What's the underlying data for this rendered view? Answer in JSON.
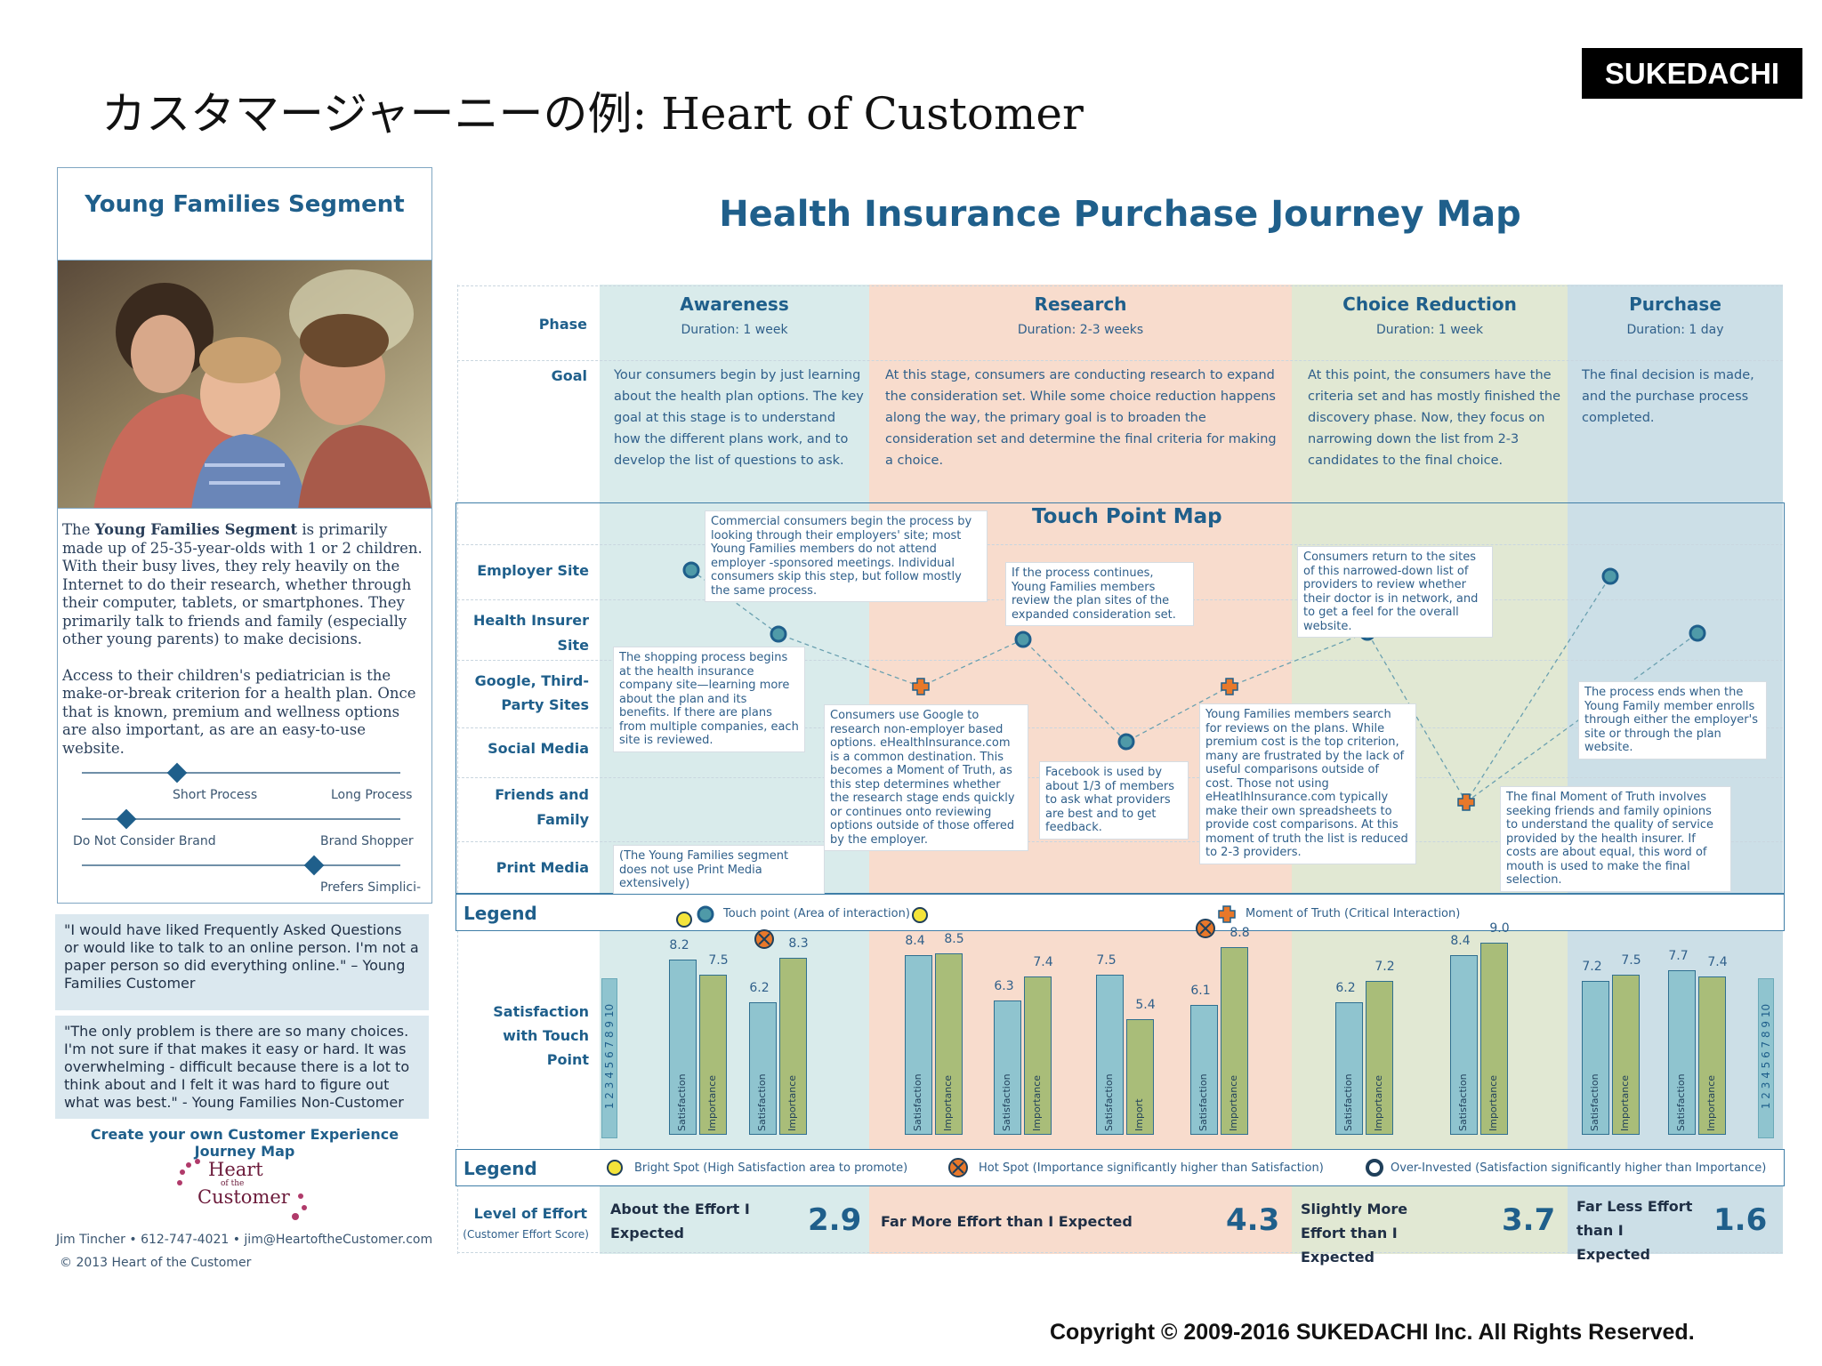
{
  "page_title": "カスタマージャーニーの例:  Heart of Customer",
  "brand": "SUKEDACHI",
  "copyright": "Copyright © 2009-2016 SUKEDACHI Inc. All Rights Reserved.",
  "colors": {
    "awareness": "#d9ebeb",
    "research": "#f8dccd",
    "choice": "#e1e8d3",
    "purchase": "#ccdfe7",
    "accent": "#1f5f8b"
  },
  "segment": {
    "title": "Young Families Segment",
    "desc_lead": "The ",
    "desc_bold": "Young Families Segment",
    "desc_rest": " is primarily made up of 25-35-year-olds with 1 or 2 children. With their busy lives, they rely heavily on the Internet to do their research, whether through their computer, tablets, or smartphones.  They primarily talk to friends and family (especially other young parents) to make decisions.",
    "desc2": "Access to their children's pediatrician is the make-or-break criterion for a health plan.  Once that is known, premium and wellness options are also important, as are an easy-to-use website.",
    "sliders": [
      {
        "left": "Short Process",
        "right": "Long Process",
        "value": 0.3
      },
      {
        "left": "Do Not Consider Brand",
        "right": "Brand Shopper",
        "value": 0.14
      },
      {
        "left": "",
        "right": "Prefers Simplici-",
        "value": 0.73
      }
    ],
    "quote1": "\"I would have liked Frequently Asked Questions or would like to talk to an online person.  I'm not a paper person so did everything online.\" – Young Families Customer",
    "quote2": "\"The only problem is there are so many choices. I'm not sure if that makes it easy or hard. It was overwhelming - difficult because there is a lot to think about and I felt it was hard to figure out what was best.\" - Young Families Non-Customer",
    "cta": "Create your own Customer Experience Journey Map",
    "logo_heart": "Heart",
    "logo_of": "of the",
    "logo_customer": "Customer",
    "contact": "Jim Tincher • 612-747-4021 • jim@HeartoftheCustomer.com",
    "credit": "© 2013 Heart of the Customer"
  },
  "map": {
    "title": "Health Insurance Purchase Journey Map",
    "row_phase": "Phase",
    "row_goal": "Goal",
    "phases": [
      {
        "name": "Awareness",
        "duration": "Duration: 1 week",
        "goal": "Your consumers begin by just learning about the health plan options. The key goal at this stage is to understand how the different plans work, and to develop the list of questions to ask."
      },
      {
        "name": "Research",
        "duration": "Duration: 2-3 weeks",
        "goal": "At this stage, consumers are conducting research to expand the consideration set.  While some choice reduction happens along the way, the primary goal is to broaden the consideration set and determine the final criteria for making a choice."
      },
      {
        "name": "Choice Reduction",
        "duration": "Duration: 1 week",
        "goal": "At this point, the consumers have the criteria set and has mostly finished the discovery phase.  Now, they focus on narrowing down the list from 2-3 candidates to the final choice."
      },
      {
        "name": "Purchase",
        "duration": "Duration: 1 day",
        "goal": "The final decision is made, and the purchase process completed."
      }
    ],
    "touch_title": "Touch Point Map",
    "channels": [
      "Employer Site",
      "Health Insurer Site",
      "Google, Third-Party Sites",
      "Social Media",
      "Friends and Family",
      "Print Media"
    ],
    "callouts": [
      "Commercial consumers begin the process by looking through their employers' site; most Young Families members do not attend employer -sponsored meetings.  Individual consumers skip this step, but follow mostly the same process.",
      "The shopping process begins at the health insurance company site—learning more about the plan and its benefits.  If there are plans from multiple companies, each site is reviewed.",
      "(The Young Families segment does not use Print Media extensively)",
      "Consumers use Google to research non-employer based options. eHealthInsurance.com is a common destination. This becomes a Moment of Truth, as this step determines whether the research stage ends quickly or continues onto reviewing options outside of those offered by the employer.",
      "If the process continues, Young Families members review the plan sites of the expanded consideration set.",
      "Facebook is used by about 1/3 of members to ask what providers are best and to get feedback.",
      "Consumers return to the sites of this narrowed-down list of providers to review whether their doctor is in network, and to get a feel for the overall website.",
      "Young Families members search for reviews on the plans. While premium cost is the top criterion, many are frustrated by the lack of useful comparisons outside of cost.  Those not using eHeatlhInsurance.com typically make their own spreadsheets to provide cost comparisons. At this moment of truth the list is reduced to 2-3 providers.",
      "The process ends when the Young Family member enrolls through either the employer's site or through the plan website.",
      "The final Moment of Truth involves seeking friends and family opinions to understand the quality of service provided by the health insurer.  If costs are about equal, this word of mouth is used to make the final selection."
    ],
    "legend_title": "Legend",
    "legend_touch": "Touch point (Area of interaction)",
    "legend_moment": "Moment of Truth (Critical Interaction)",
    "satisfaction_label": "Satisfaction with Touch Point",
    "scale_text": "1 2 3 4 5 6 7 8 9 10",
    "legend2_bright": "Bright Spot (High Satisfaction area to promote)",
    "legend2_hot": "Hot Spot (Importance significantly higher than Satisfaction)",
    "legend2_over": "Over-Invested (Satisfaction significantly higher than Importance)",
    "effort_label": "Level of Effort",
    "effort_sub": "(Customer Effort Score)",
    "effort": [
      {
        "text": "About the Effort I Expected",
        "value": "2.9"
      },
      {
        "text": "Far More Effort than I Expected",
        "value": "4.3"
      },
      {
        "text": "Slightly More Effort than I Expected",
        "value": "3.7"
      },
      {
        "text": "Far Less Effort than I Expected",
        "value": "1.6"
      }
    ]
  },
  "chart_data": {
    "type": "bar",
    "ylim": [
      0,
      10
    ],
    "groups": [
      {
        "phase": "Awareness",
        "satisfaction": 8.2,
        "importance": 7.5,
        "sat_label": "Satisfaction",
        "imp_label": "Importance",
        "marker": "bright"
      },
      {
        "phase": "Awareness",
        "satisfaction": 6.2,
        "importance": 8.3,
        "sat_label": "Satisfaction",
        "imp_label": "Importance",
        "marker": "hot"
      },
      {
        "phase": "Research",
        "satisfaction": 8.4,
        "importance": 8.5,
        "sat_label": "Satisfaction",
        "imp_label": "Importance",
        "marker": "bright"
      },
      {
        "phase": "Research",
        "satisfaction": 6.3,
        "importance": 7.4,
        "sat_label": "Satisfaction",
        "imp_label": "Importance",
        "marker": ""
      },
      {
        "phase": "Research",
        "satisfaction": 7.5,
        "importance": 5.4,
        "sat_label": "Satisfaction",
        "imp_label": "Import",
        "marker": ""
      },
      {
        "phase": "Research",
        "satisfaction": 6.1,
        "importance": 8.8,
        "sat_label": "Satisfaction",
        "imp_label": "Importance",
        "marker": "hot"
      },
      {
        "phase": "Choice Reduction",
        "satisfaction": 6.2,
        "importance": 7.2,
        "sat_label": "Satisfaction",
        "imp_label": "Importance",
        "marker": ""
      },
      {
        "phase": "Choice Reduction",
        "satisfaction": 8.4,
        "importance": 9.0,
        "sat_label": "Satisfaction",
        "imp_label": "Importance",
        "marker": ""
      },
      {
        "phase": "Purchase",
        "satisfaction": 7.2,
        "importance": 7.5,
        "sat_label": "Satisfaction",
        "imp_label": "Importance",
        "marker": ""
      },
      {
        "phase": "Purchase",
        "satisfaction": 7.7,
        "importance": 7.4,
        "sat_label": "Satisfaction",
        "imp_label": "Importance",
        "marker": ""
      }
    ]
  }
}
